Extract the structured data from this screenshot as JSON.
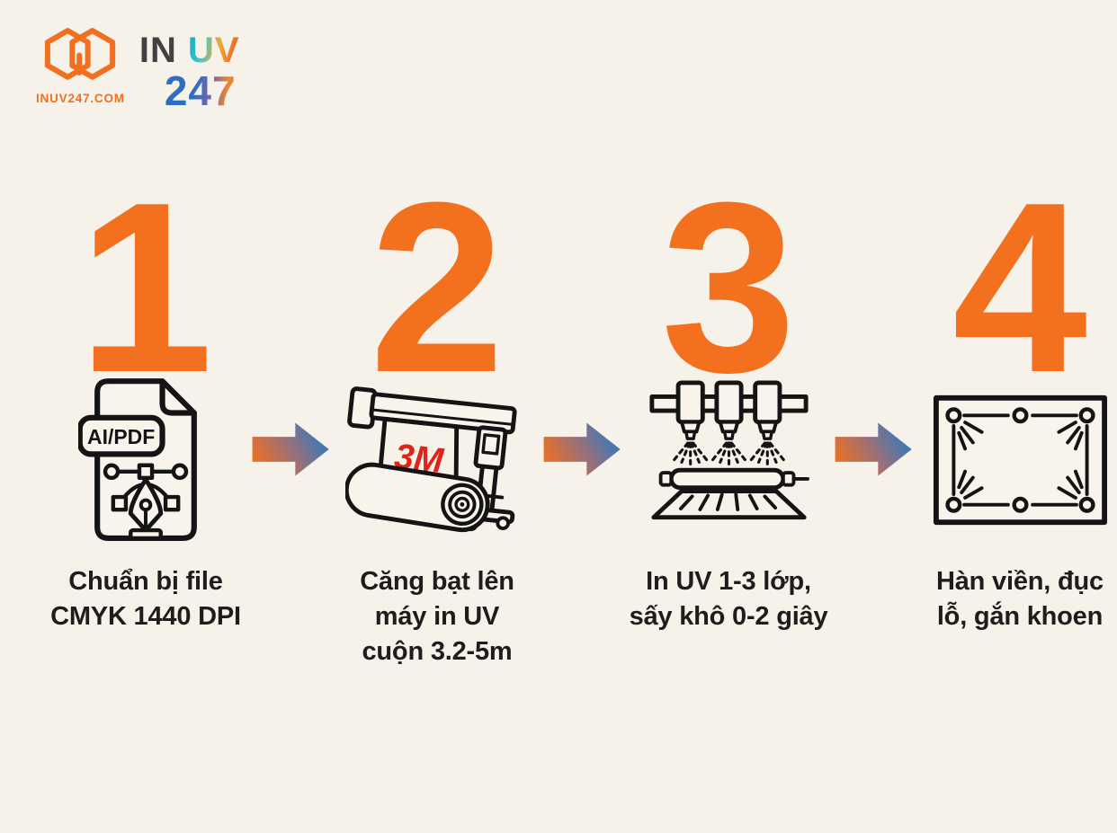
{
  "page": {
    "background": "#F6F1E9"
  },
  "colors": {
    "accent_orange": "#F2701E",
    "arrow_orange": "#F0701F",
    "arrow_blue": "#2B7AC3",
    "brand_red": "#E22418",
    "text_dark": "#1D1D1D",
    "logo_orange": "#F1701F",
    "line_art": "#141414"
  },
  "logo": {
    "mark": "double-hexagon-logo",
    "domain": "INUV247.COM",
    "word_in": "IN",
    "word_uv": "UV",
    "word_247": "247"
  },
  "steps": [
    {
      "number": "1",
      "icon": "ai-pdf-design-file-icon",
      "badge": "AI/PDF",
      "label": "Chuẩn bị file\nCMYK 1440 DPI"
    },
    {
      "number": "2",
      "icon": "uv-roll-printer-icon",
      "brand": "3M",
      "label": "Căng bạt lên\nmáy in UV\ncuộn 3.2-5m"
    },
    {
      "number": "3",
      "icon": "uv-print-heads-curing-lamp-icon",
      "label": "In UV 1-3 lớp,\nsấy khô 0-2 giây"
    },
    {
      "number": "4",
      "icon": "banner-hem-grommets-icon",
      "label": "Hàn viền, đục\nlỗ, gắn khoen"
    }
  ]
}
